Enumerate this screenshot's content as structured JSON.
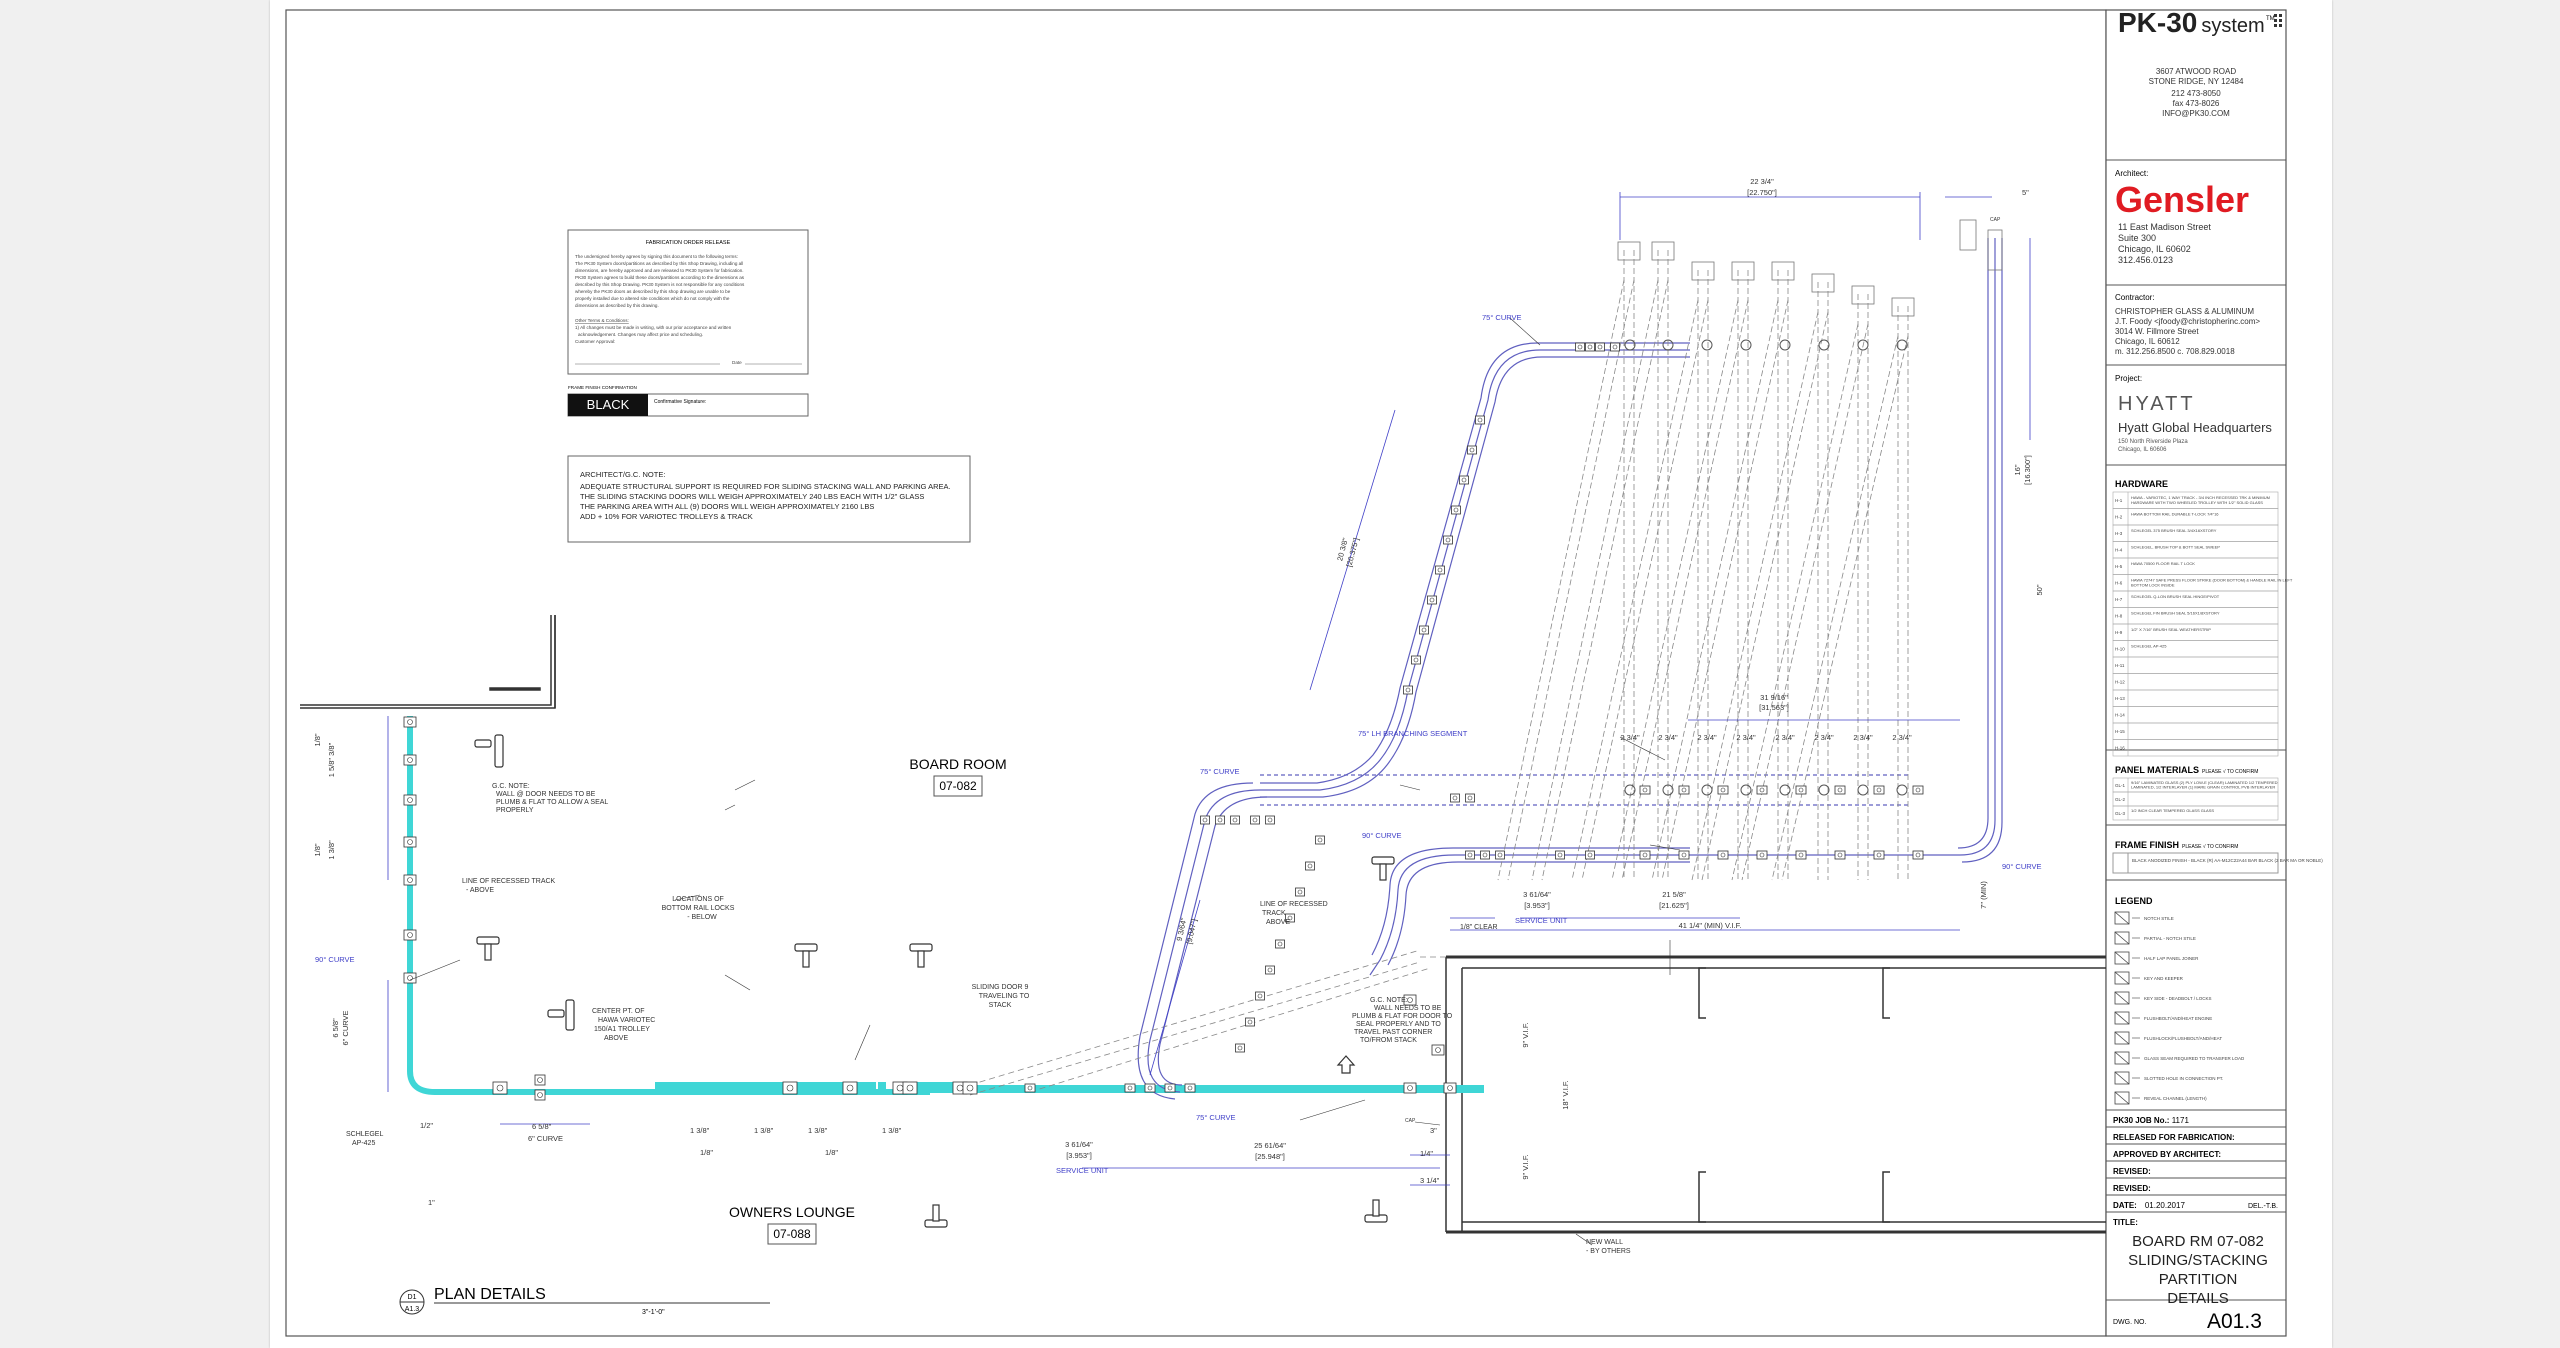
{
  "title_block": {
    "logo": {
      "brand": "PK-30",
      "suffix": "system",
      "tm": "TM"
    },
    "company_address": [
      "3607 ATWOOD ROAD",
      "STONE RIDGE, NY 12484",
      "212 473-8050",
      "fax 473-8026",
      "INFO@PK30.COM"
    ],
    "architect": {
      "label": "Architect:",
      "name": "Gensler",
      "lines": [
        "11 East Madison Street",
        "Suite 300",
        "Chicago, IL 60602",
        "312.456.0123"
      ]
    },
    "contractor": {
      "label": "Contractor:",
      "lines": [
        "CHRISTOPHER GLASS & ALUMINUM",
        "J.T. Foody <jfoody@christopherinc.com>",
        "3014 W. Fillmore Street",
        "Chicago, IL 60612",
        "m. 312.256.8500 c. 708.829.0018"
      ]
    },
    "project": {
      "label": "Project:",
      "logo": "HYATT",
      "name": "Hyatt Global Headquarters",
      "lines": [
        "150 North Riverside Plaza",
        "Chicago, IL 60606"
      ]
    },
    "hardware_label": "HARDWARE",
    "hardware_rows": [
      {
        "code": "H-1",
        "desc": "HAWA - VARIOTEC, 1 WAY TRACK - 3/4 INCH RECESSED TRK & MINIMUM HARDWARE WITH TWO WHEELED TROLLEY WITH 1/2\" SOLID GLASS"
      },
      {
        "code": "H-2",
        "desc": "HAWA BOTTOM RAIL DURABLE T-LOCK 7/4\"16"
      },
      {
        "code": "H-3",
        "desc": "SCHLEGEL 375 BRUSH SEAL 3/4X16XSTORY"
      },
      {
        "code": "H-4",
        "desc": "SCHLEGEL, BRUSH TOP & BOTT SEAL SWEEP"
      },
      {
        "code": "H-5",
        "desc": "HAWA 70500 FLOOR RAIL T LOCK"
      },
      {
        "code": "H-6",
        "desc": "HAWA 72747 SAFE PRESS FLOOR STRIKE (DOOR BOTTOM) & HANDLE RAIL IN LEFT BOTTOM LOCK INSIDE"
      },
      {
        "code": "H-7",
        "desc": "SCHLEGEL Q-LON BRUSH SEAL HINGE/PIVOT"
      },
      {
        "code": "H-8",
        "desc": "SCHLEGEL FIN BRUSH SEAL 5/16X1/8XSTORY"
      },
      {
        "code": "H-9",
        "desc": "1/2\" X 7/16\" BRUSH SEAL WEATHERSTRIP"
      },
      {
        "code": "H-10",
        "desc": "SCHLEGEL AP-425"
      },
      {
        "code": "H-11",
        "desc": ""
      },
      {
        "code": "H-12",
        "desc": ""
      },
      {
        "code": "H-13",
        "desc": ""
      },
      {
        "code": "H-14",
        "desc": ""
      },
      {
        "code": "H-15",
        "desc": ""
      },
      {
        "code": "H-16",
        "desc": ""
      }
    ],
    "panel_materials_label": "PANEL MATERIALS",
    "panel_materials_note": "PLEASE √ TO CONFIRM",
    "panel_rows": [
      {
        "code": "GL-1",
        "desc": "9/16\" LAMINATED GLASS (2) PLY LOW-E (CLEAR) LAMINATED 1/2 TEMPERED LAMINATED, 1/2 INTERLAYER (1) MARE GRAIN CONTROL PVB INTERLAYER"
      },
      {
        "code": "GL-2",
        "desc": ""
      },
      {
        "code": "GL-3",
        "desc": "1/2 INCH CLEAR TEMPERED GLASS GLASS"
      }
    ],
    "frame_finish_label": "FRAME FINISH",
    "frame_finish_note": "PLEASE √ TO CONFIRM",
    "frame_finish_desc": "BLACK ANODIZED FINISH - BLACK (R) AA-M12C22A44 BAR BLACK (2 BAR MA OR NOBLE)",
    "legend_label": "LEGEND",
    "legend_rows": [
      "NOTCH STILE",
      "PARTIAL - NOTCH STILE",
      "HALF LAP PANEL JOINER",
      "KEY AND KEEPER",
      "KEY SIDE - DEADBOLT / LOCKS",
      "FLUSHBOLT/AND/HEAT ENGINE",
      "FLUSHLOCK/FLUSHBOLT/AND/HEAT",
      "GLASS SEAM REQUIRED TO TRANSFER LOAD",
      "SLOTTED HOLE IN CONNECTION PT.",
      "REVEAL CHANNEL (LENGTH)"
    ],
    "job_no_label": "PK30 JOB No.:",
    "job_no": "1171",
    "released_label": "RELEASED FOR FABRICATION:",
    "approved_label": "APPROVED BY ARCHITECT:",
    "revised_label_1": "REVISED:",
    "revised_label_2": "REVISED:",
    "date_label": "DATE:",
    "date_value": "01.20.2017",
    "drawn_label": "DEL.-T.B.",
    "title_label": "TITLE:",
    "title_lines": [
      "BOARD RM 07-082",
      "SLIDING/STACKING",
      "PARTITION",
      "DETAILS"
    ],
    "dwg_label": "DWG. NO.",
    "dwg_no": "A01.3"
  },
  "fab_order": {
    "heading": "FABRICATION ORDER RELEASE",
    "body": [
      "The undersigned hereby agrees by signing this document to the following terms:",
      "The PK30 System doors/partitions as described by this Shop Drawing, including all",
      "dimensions, are hereby approved and are released to PK30 System for fabrication.",
      "PK30 System agrees to build these doors/partitions according to the dimensions as",
      "described by this Shop Drawing. PK30 System is not responsible for any conditions",
      "whereby the PK30 doors as described by this shop drawing are unable to be",
      "properly installed due to altered site conditions which do not comply with the",
      "dimensions as described by this drawing."
    ],
    "other_terms_label": "Other Terms & Conditions:",
    "other_terms": [
      "1) All changes must be made in writing, with our prior acceptance and written",
      "acknowledgement. Changes may affect price and scheduling.",
      "Customer Approval:"
    ],
    "date_label": "Date"
  },
  "frame_finish_confirm": {
    "label": "FRAME FINISH CONFIRMATION",
    "value": "BLACK",
    "signature_label": "Confirmative Signature:"
  },
  "arch_note": {
    "heading": "ARCHITECT/G.C. NOTE:",
    "lines": [
      "ADEQUATE STRUCTURAL SUPPORT IS REQUIRED FOR SLIDING STACKING WALL AND PARKING AREA.",
      "THE SLIDING STACKING DOORS WILL WEIGH APPROXIMATELY 240 LBS EACH WITH 1/2\" GLASS",
      "THE PARKING AREA WITH ALL (9) DOORS WILL WEIGH APPROXIMATELY 2160 LBS",
      "ADD + 10% FOR VARIOTEC TROLLEYS & TRACK"
    ]
  },
  "rooms": {
    "board_room": {
      "name": "BOARD ROOM",
      "number": "07-082"
    },
    "owners_lounge": {
      "name": "OWNERS LOUNGE",
      "number": "07-088"
    }
  },
  "annotations": {
    "curve_75_top": "75° CURVE",
    "curve_75_mid": "75° CURVE",
    "curve_75_bottom": "75° CURVE",
    "curve_90_left": "90° CURVE",
    "curve_90_right": "90° CURVE",
    "curve_90_right2": "90° CURVE",
    "lh_branch": "75° LH BRANCHING SEGMENT",
    "gc_note_1": [
      "G.C. NOTE:",
      "WALL @ DOOR NEEDS TO BE",
      "PLUMB & FLAT TO ALLOW A SEAL",
      "PROPERLY"
    ],
    "recessed_track_1": [
      "LINE OF RECESSED TRACK",
      "- ABOVE"
    ],
    "locations": [
      "LOCATIONS OF",
      "BOTTOM RAIL LOCKS",
      "- BELOW"
    ],
    "center_pt": [
      "CENTER PT. OF",
      "HAWA VARIOTEC",
      "150/A1 TROLLEY",
      "ABOVE"
    ],
    "recessed_track_2": [
      "LINE OF RECESSED",
      "TRACK",
      "ABOVE"
    ],
    "sliding_door": [
      "SLIDING DOOR 9",
      "TRAVELING TO",
      "STACK"
    ],
    "gc_note_2": [
      "G.C. NOTE:",
      "WALL NEEDS TO BE",
      "PLUMB & FLAT FOR DOOR TO",
      "SEAL PROPERLY AND TO",
      "TRAVEL PAST CORNER",
      "TO/FROM STACK"
    ],
    "schlegel": [
      "SCHLEGEL",
      "AP-425"
    ],
    "new_wall": [
      "NEW WALL",
      "- BY OTHERS"
    ],
    "clear": "1/8\" CLEAR",
    "service_unit_1": "SERVICE UNIT",
    "service_unit_2": "SERVICE UNIT",
    "cap_1": "CAP",
    "cap_2": "CAP"
  },
  "dimensions": {
    "d_22_3_4": "22 3/4\"",
    "d_22_750": "[22.750\"]",
    "d_5": "5\"",
    "d_16_30": "16\"",
    "d_16_300": "[16.300\"]",
    "d_50": "50\"",
    "d_20_3_8": "20 3/8\"",
    "d_20_375": "[20.375\"]",
    "d_31_9_16": "31 9/16\"",
    "d_31_563": "[31.563\"]",
    "d_stack": [
      "2 3/4\"",
      "2 3/4\"",
      "2 3/4\"",
      "2 3/4\"",
      "2 3/4\"",
      "2 3/4\"",
      "2 3/4\"",
      "2 3/4\""
    ],
    "d_3_61_64": "3 61/64\"",
    "d_3_953": "[3.953\"]",
    "d_21_5_8": "21 5/8\"",
    "d_21_625": "[21.625\"]",
    "d_41_1_4": "41 1/4\" (MIN) V.I.F.",
    "d_7_min": "7\" (MIN)",
    "d_3_61_64_b": "3 61/64\"",
    "d_3_953_b": "[3.953\"]",
    "d_25_61_64": "25 61/64\"",
    "d_25_948": "[25.948\"]",
    "d_3": "3\"",
    "d_1_4": "1/4\"",
    "d_3_1_4": "3 1/4\"",
    "d_9_vif_a": "9\" V.I.F.",
    "d_9_vif_b": "9\" V.I.F.",
    "d_18_vif": "18\" V.I.F.",
    "d_6_5_8": "6 5/8\"",
    "d_6_curve": "6\" CURVE",
    "d_1_3_8": [
      "1 3/8\"",
      "1 3/8\"",
      "1 3/8\"",
      "1 3/8\""
    ],
    "d_1_8": [
      "1/8\"",
      "1/8\""
    ],
    "d_1_2": "1/2\"",
    "d_1": "1\"",
    "d_9_064": "9 3/64\"",
    "d_9_047": "[9.047\"]",
    "d_1_8_left": "1/8\"",
    "d_1_5_8_left": "1 5/8\" 3/8\"",
    "d_1_3_8_left": "1 3/8\"",
    "d_6_5_8_left": "6 5/8\"",
    "d_6_curve_left": "6\" CURVE",
    "d_1_8_small": "1/8\""
  },
  "plan_label": {
    "bubble_top": "D1",
    "bubble_bottom": "A1.3",
    "title": "PLAN DETAILS",
    "scale": "3\"-1'-0\""
  },
  "colors": {
    "track": "#3fd6d6",
    "dims": "#4040c8",
    "lines": "#333333",
    "brand_red": "#e01b22"
  }
}
